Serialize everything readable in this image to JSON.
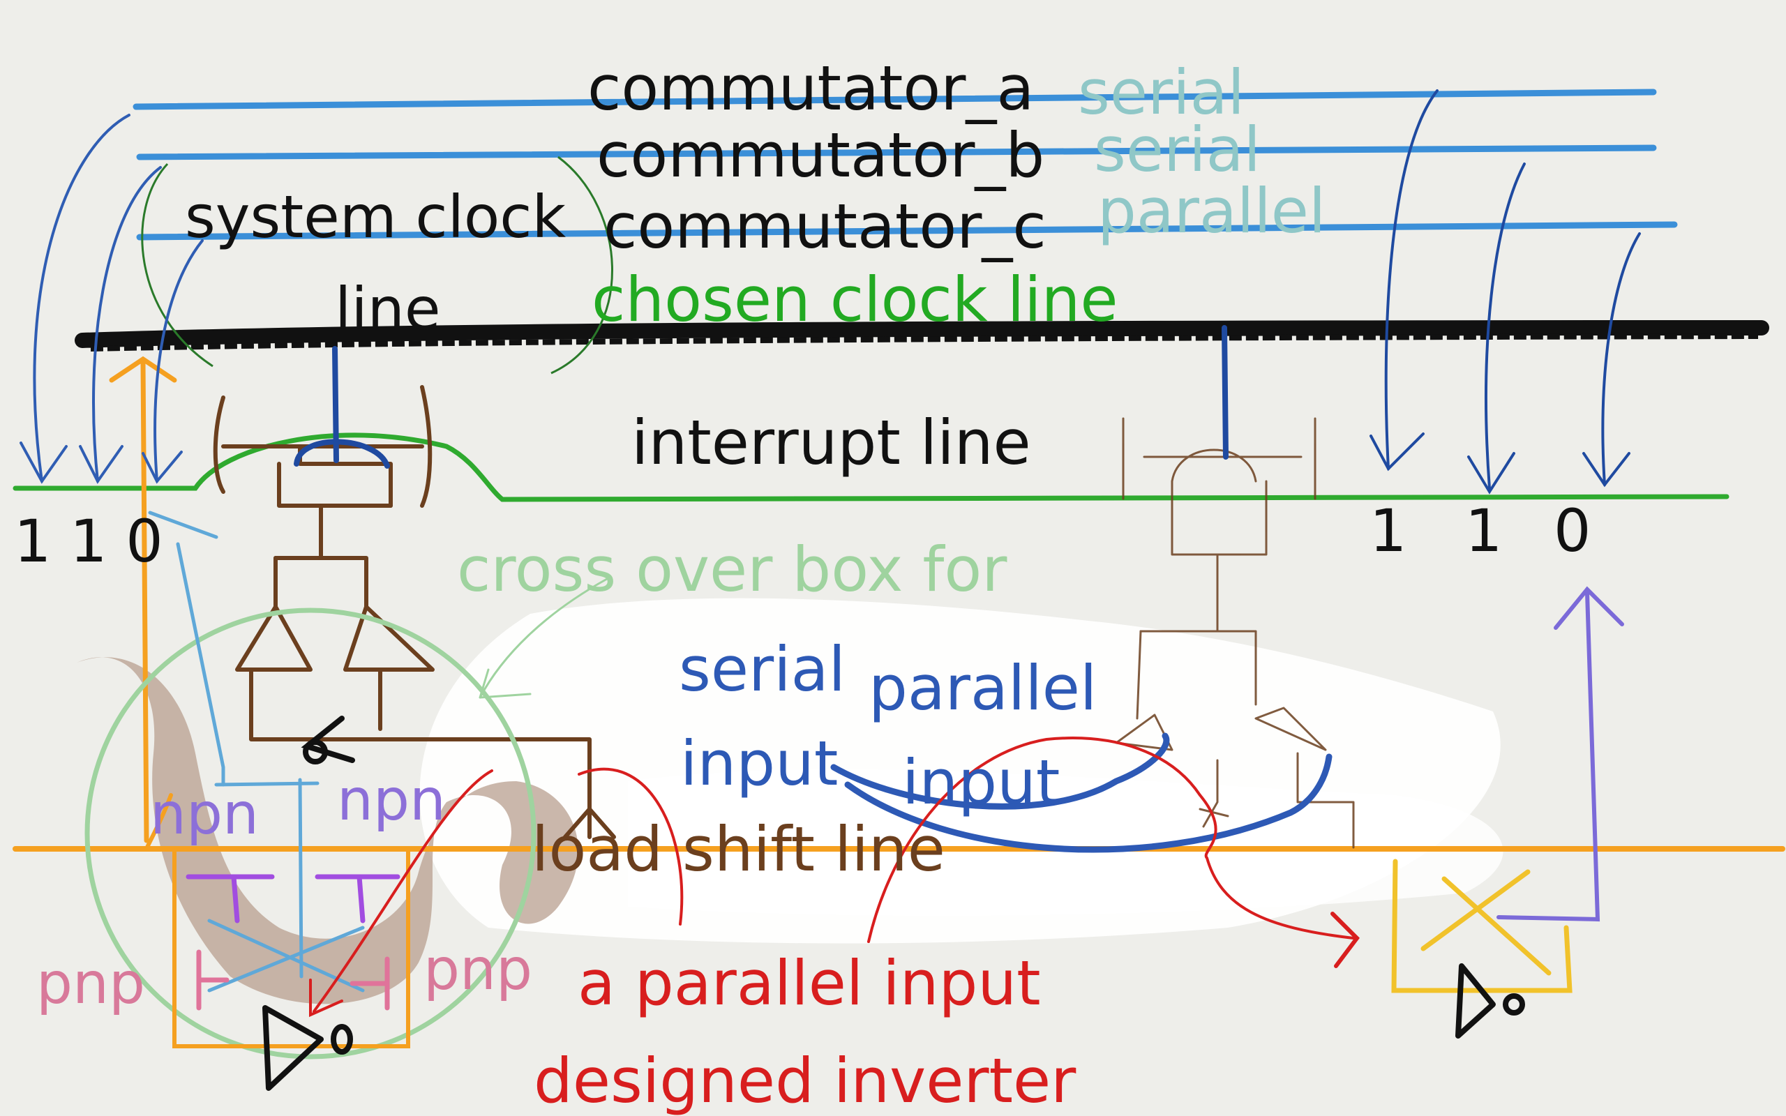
{
  "labels": {
    "commutator_a": "commutator_a",
    "commutator_b": "commutator_b",
    "commutator_c": "commutator_c",
    "serial_a": "serial",
    "serial_b": "serial",
    "parallel_c": "parallel",
    "system_clock_line_1": "system clock",
    "system_clock_line_2": "line",
    "chosen_clock_line": "chosen clock line",
    "interrupt_line": "interrupt line",
    "bits_left": "1 1 0",
    "bits_right_1": "1",
    "bits_right_2": "1",
    "bits_right_3": "0",
    "cross_over_box": "cross over box for",
    "serial_input_1": "serial",
    "serial_input_2": "input",
    "parallel_input_1": "parallel",
    "parallel_input_2": "input",
    "npn_left": "npn",
    "npn_right": "npn",
    "pnp_left": "pnp",
    "pnp_right": "pnp",
    "load_shift_line": "load shift line",
    "inverter_1": "a parallel input",
    "inverter_2": "designed inverter"
  },
  "colors": {
    "background": "#eeeeea",
    "commutator_lines": "#3b8fd8",
    "clock_line": "#111111",
    "interrupt_line": "#2faa2f",
    "chosen_clock_text": "#22aa22",
    "mode_text": "#8fc7c7",
    "arrows_blue": "#2f5db3",
    "cross_over_text": "#9fd39f",
    "serial_parallel_text": "#2d59b5",
    "npn_text": "#8c6fd8",
    "pnp_text": "#d8799a",
    "load_shift_text": "#6b3f1e",
    "load_shift_line": "#f5a020",
    "inverter_text": "#d81e1e",
    "circuit_brown": "#6b3f1e",
    "box_yellow": "#f1c22b"
  }
}
